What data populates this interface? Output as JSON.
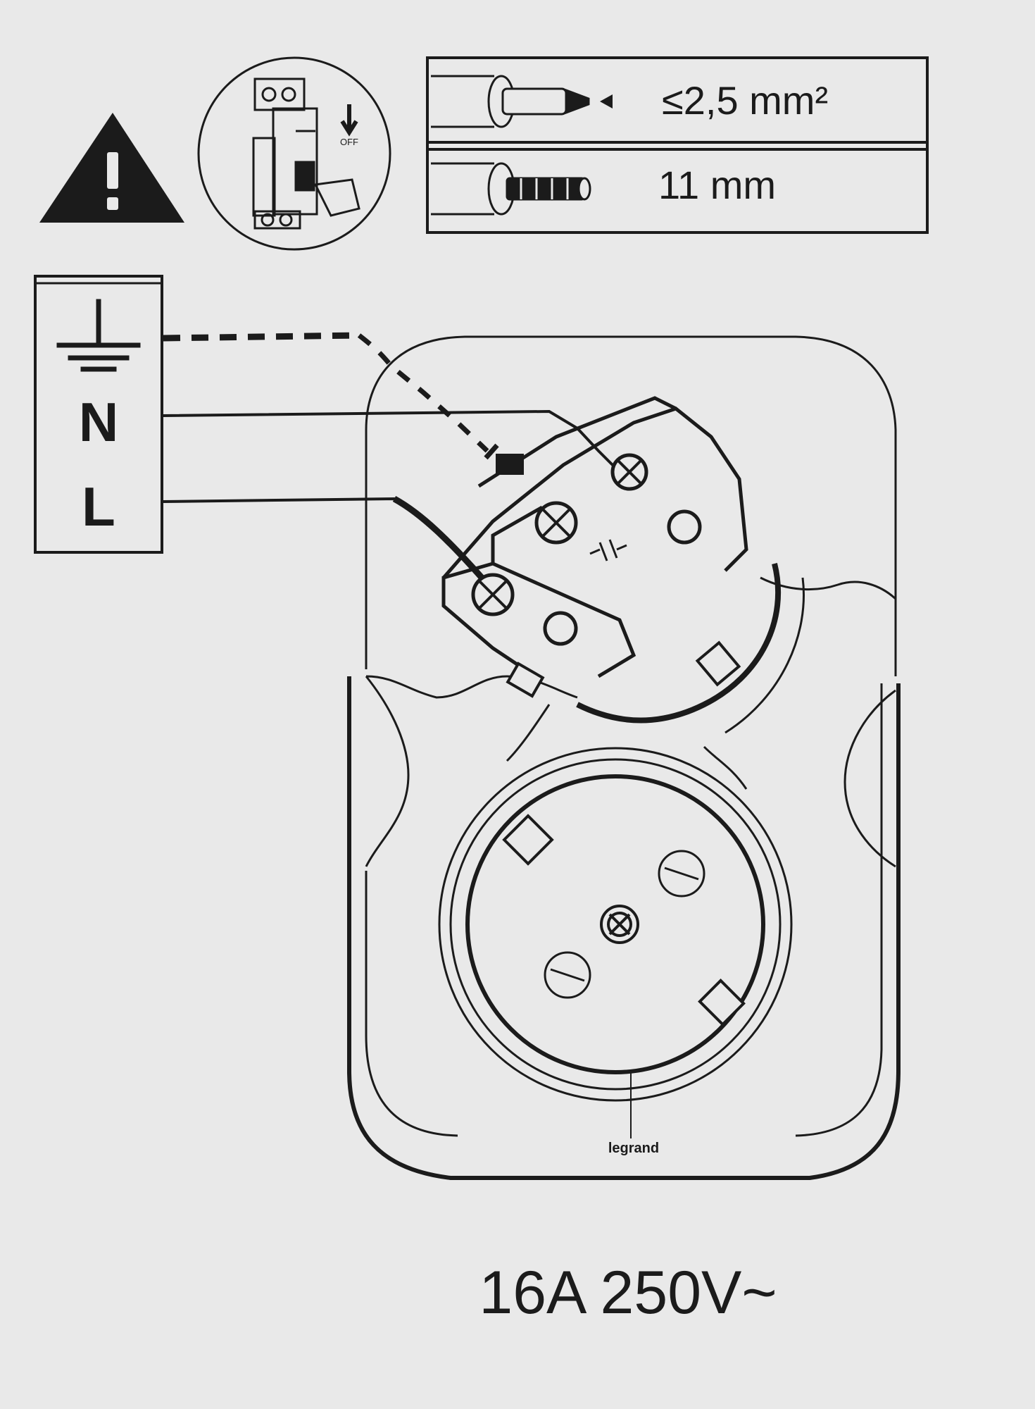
{
  "spec_box": {
    "cross_section": "≤2,5 mm²",
    "strip_length": "11 mm"
  },
  "terminal_box": {
    "neutral": "N",
    "live": "L"
  },
  "brand_mark": "legrand",
  "rating": "16A 250V~",
  "off_label": "OFF",
  "colors": {
    "ink": "#1b1b1b",
    "background": "#e9e9e9"
  }
}
